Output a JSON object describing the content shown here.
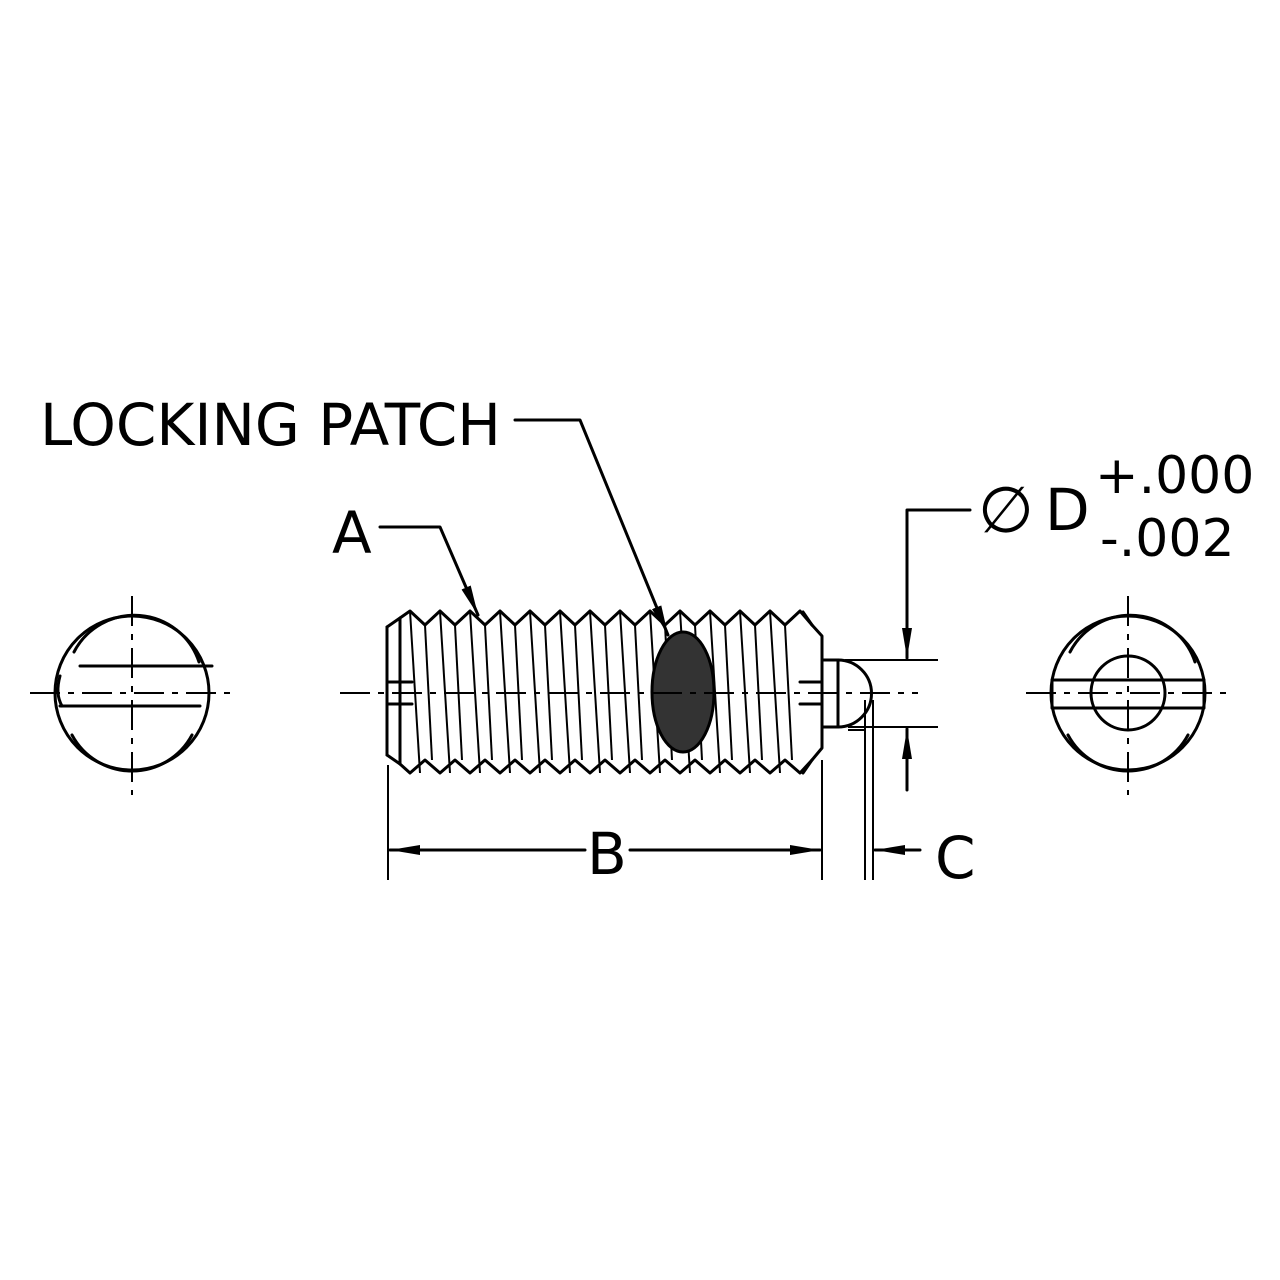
{
  "labels": {
    "locking_patch": "LOCKING PATCH",
    "a": "A",
    "b": "B",
    "c": "C",
    "diameter_symbol": "∅",
    "d": "D",
    "tol_plus": "+.000",
    "tol_minus": "-.002"
  },
  "colors": {
    "line": "#000000",
    "patch": "#333333",
    "background": "#ffffff"
  }
}
